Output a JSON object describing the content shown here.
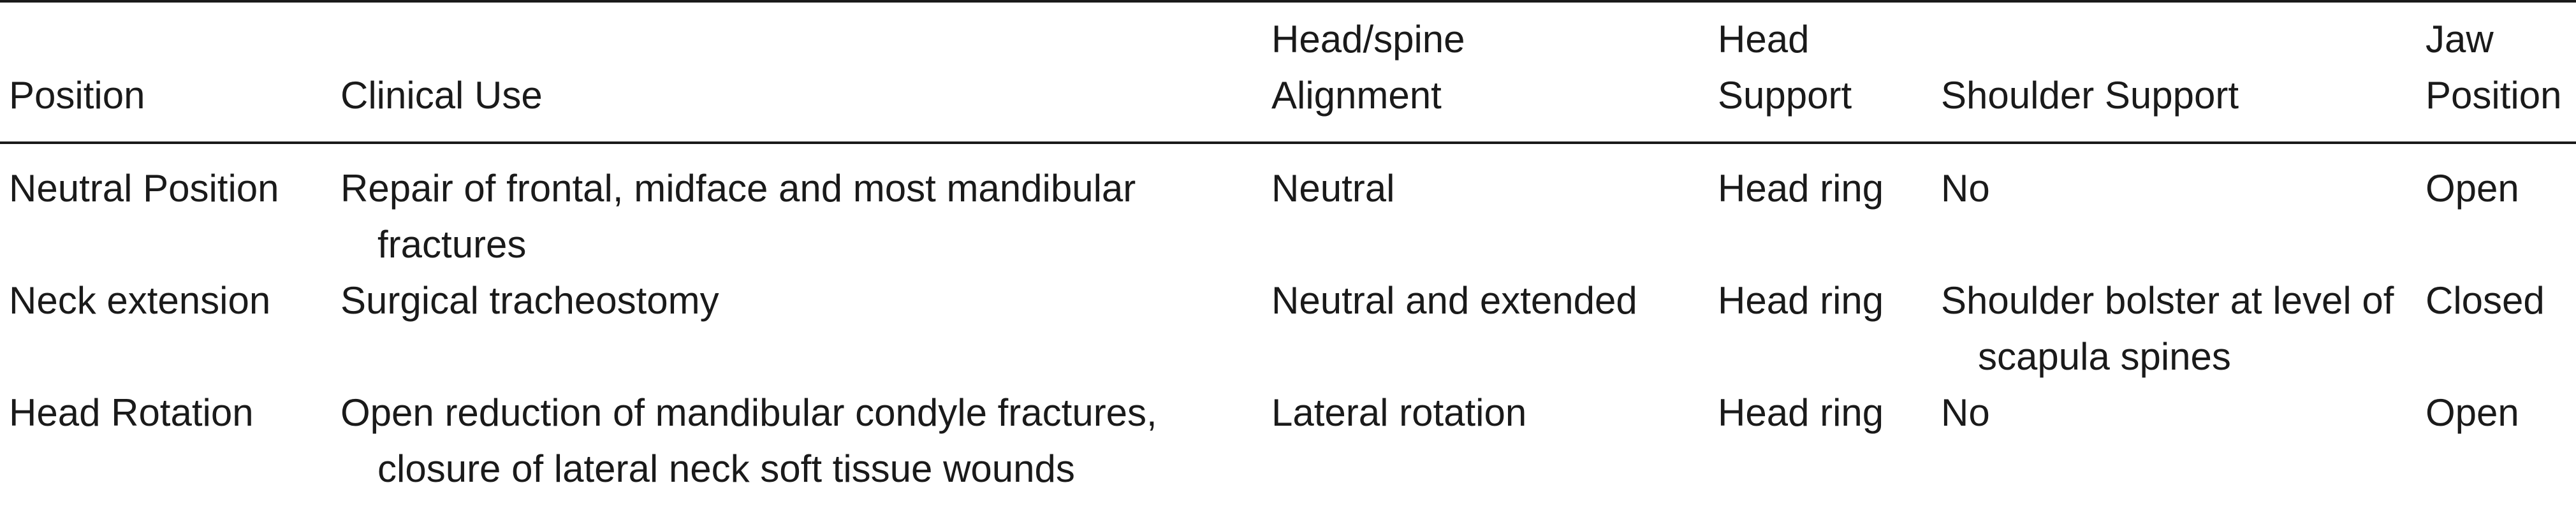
{
  "table": {
    "headers": {
      "position": "Position",
      "clinical_use": "Clinical Use",
      "alignment_line1": "Head/spine",
      "alignment_line2": "Alignment",
      "head_support_line1": "Head",
      "head_support_line2": "Support",
      "shoulder_support": "Shoulder Support",
      "jaw_line1": "Jaw",
      "jaw_line2": "Position"
    },
    "rows": [
      {
        "position": "Neutral Position",
        "clinical_use": "Repair of frontal, midface and most mandibular fractures",
        "alignment": "Neutral",
        "head_support": "Head ring",
        "shoulder_support": "No",
        "jaw_position": "Open"
      },
      {
        "position": "Neck extension",
        "clinical_use": "Surgical tracheostomy",
        "alignment": "Neutral and extended",
        "head_support": "Head ring",
        "shoulder_support": "Shoulder bolster at level of scapula spines",
        "jaw_position": "Closed"
      },
      {
        "position": "Head Rotation",
        "clinical_use": "Open reduction of mandibular condyle fractures, closure of lateral neck soft tissue wounds",
        "alignment": "Lateral rotation",
        "head_support": "Head ring",
        "shoulder_support": "No",
        "jaw_position": "Open"
      }
    ]
  }
}
